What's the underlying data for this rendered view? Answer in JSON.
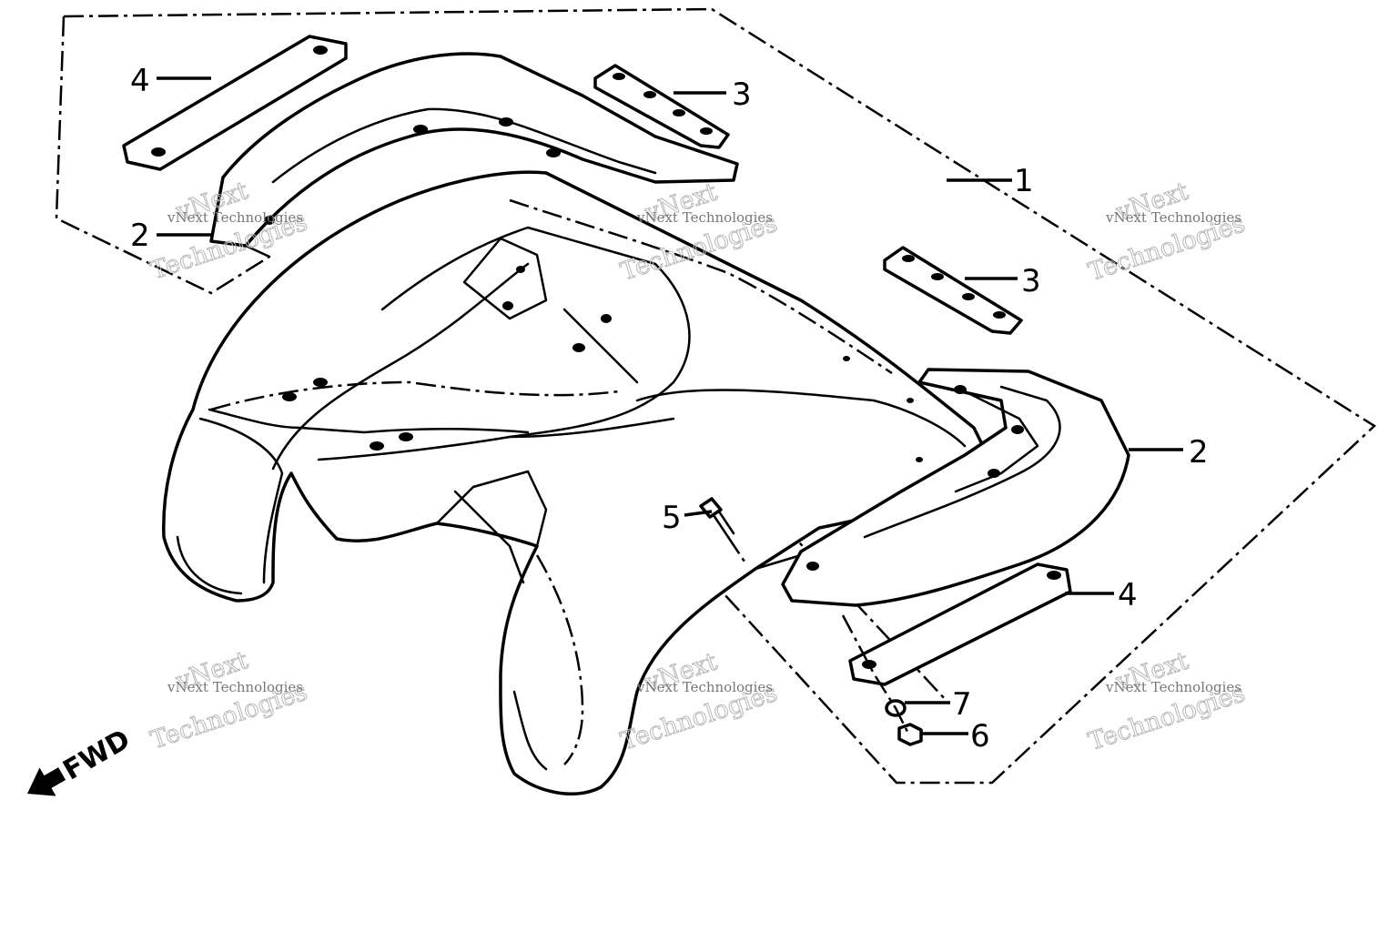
{
  "callouts": [
    {
      "id": "1",
      "label": "1"
    },
    {
      "id": "2a",
      "label": "2"
    },
    {
      "id": "2b",
      "label": "2"
    },
    {
      "id": "3a",
      "label": "3"
    },
    {
      "id": "3b",
      "label": "3"
    },
    {
      "id": "4a",
      "label": "4"
    },
    {
      "id": "4b",
      "label": "4"
    },
    {
      "id": "5",
      "label": "5"
    },
    {
      "id": "6",
      "label": "6"
    },
    {
      "id": "7",
      "label": "7"
    }
  ],
  "direction_label": "FWD",
  "watermark": {
    "line1": "vNext Technologies",
    "line2": "vNext",
    "line3": "Technologies"
  }
}
